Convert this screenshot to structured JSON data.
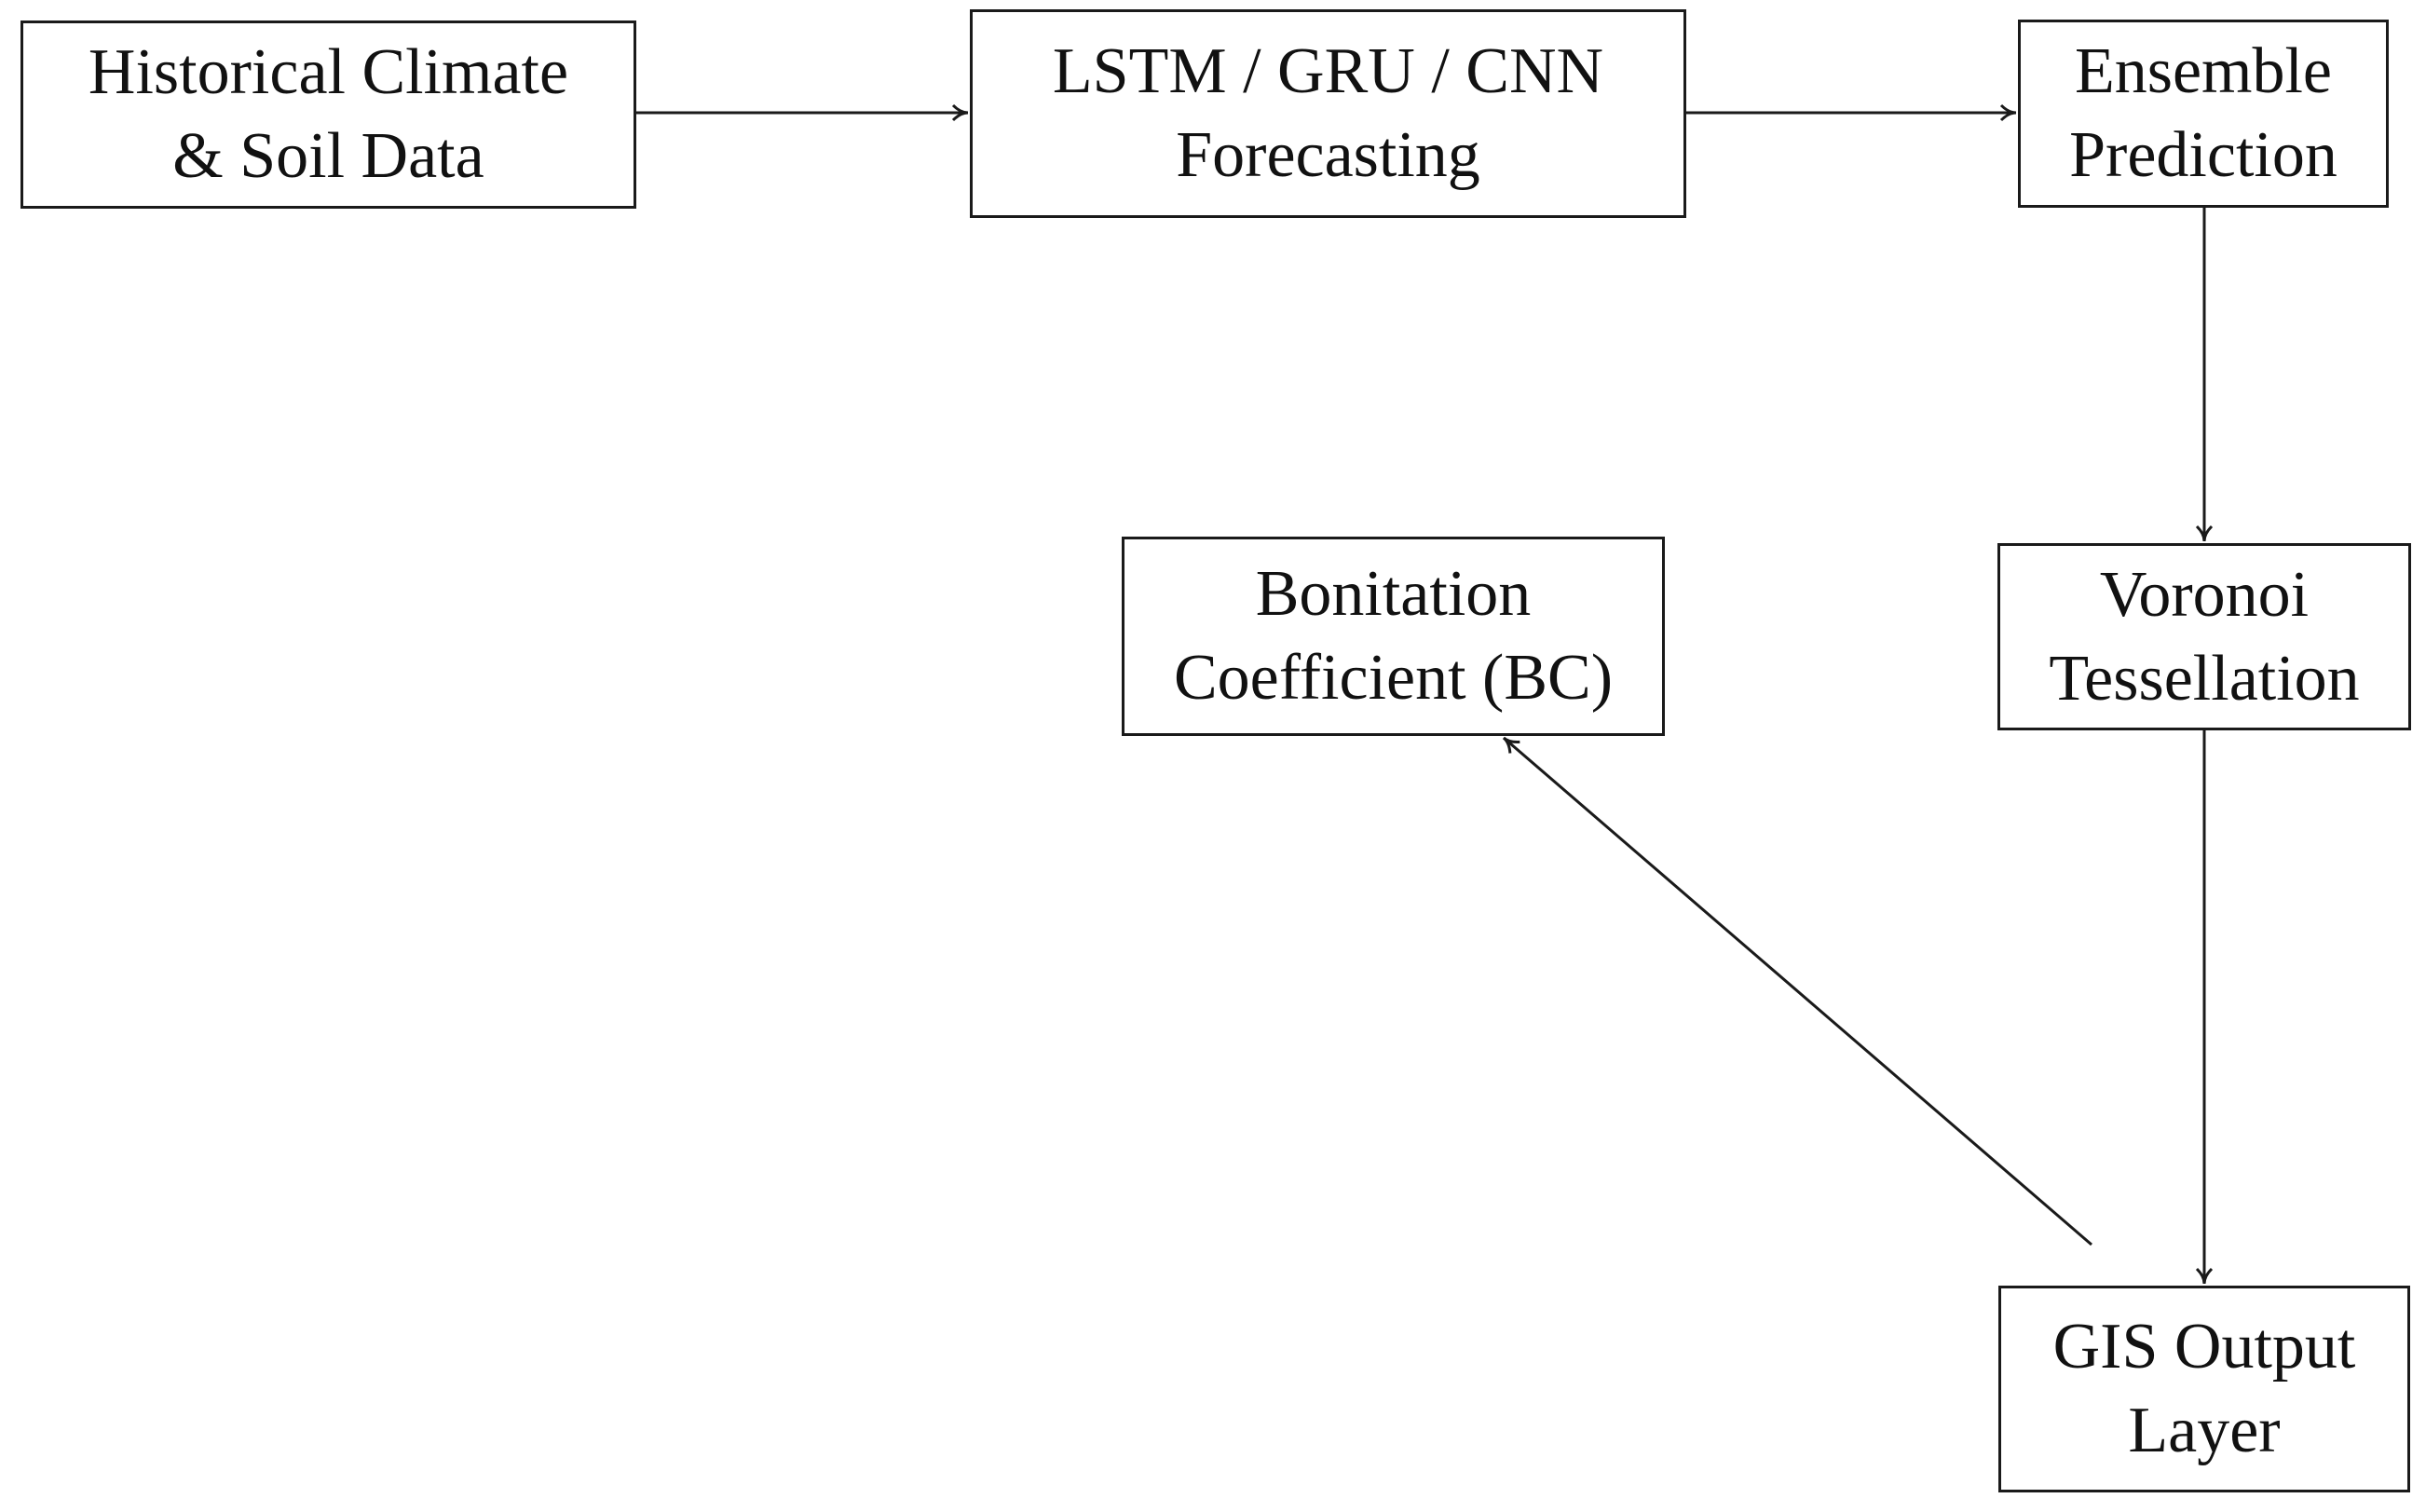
{
  "diagram": {
    "nodes": {
      "historical": {
        "line1": "Historical Climate",
        "line2": "& Soil Data"
      },
      "forecasting": {
        "line1": "LSTM / GRU / CNN",
        "line2": "Forecasting"
      },
      "ensemble": {
        "line1": "Ensemble",
        "line2": "Prediction"
      },
      "voronoi": {
        "line1": "Voronoi",
        "line2": "Tessellation"
      },
      "bonitation": {
        "line1": "Bonitation",
        "line2": "Coefficient (BC)"
      },
      "gis": {
        "line1": "GIS Output",
        "line2": "Layer"
      }
    },
    "edges": [
      {
        "from": "historical",
        "to": "forecasting"
      },
      {
        "from": "forecasting",
        "to": "ensemble"
      },
      {
        "from": "ensemble",
        "to": "voronoi"
      },
      {
        "from": "voronoi",
        "to": "gis"
      },
      {
        "from": "gis",
        "to": "bonitation"
      }
    ],
    "colors": {
      "stroke": "#1a1a1a",
      "background": "#ffffff"
    }
  }
}
